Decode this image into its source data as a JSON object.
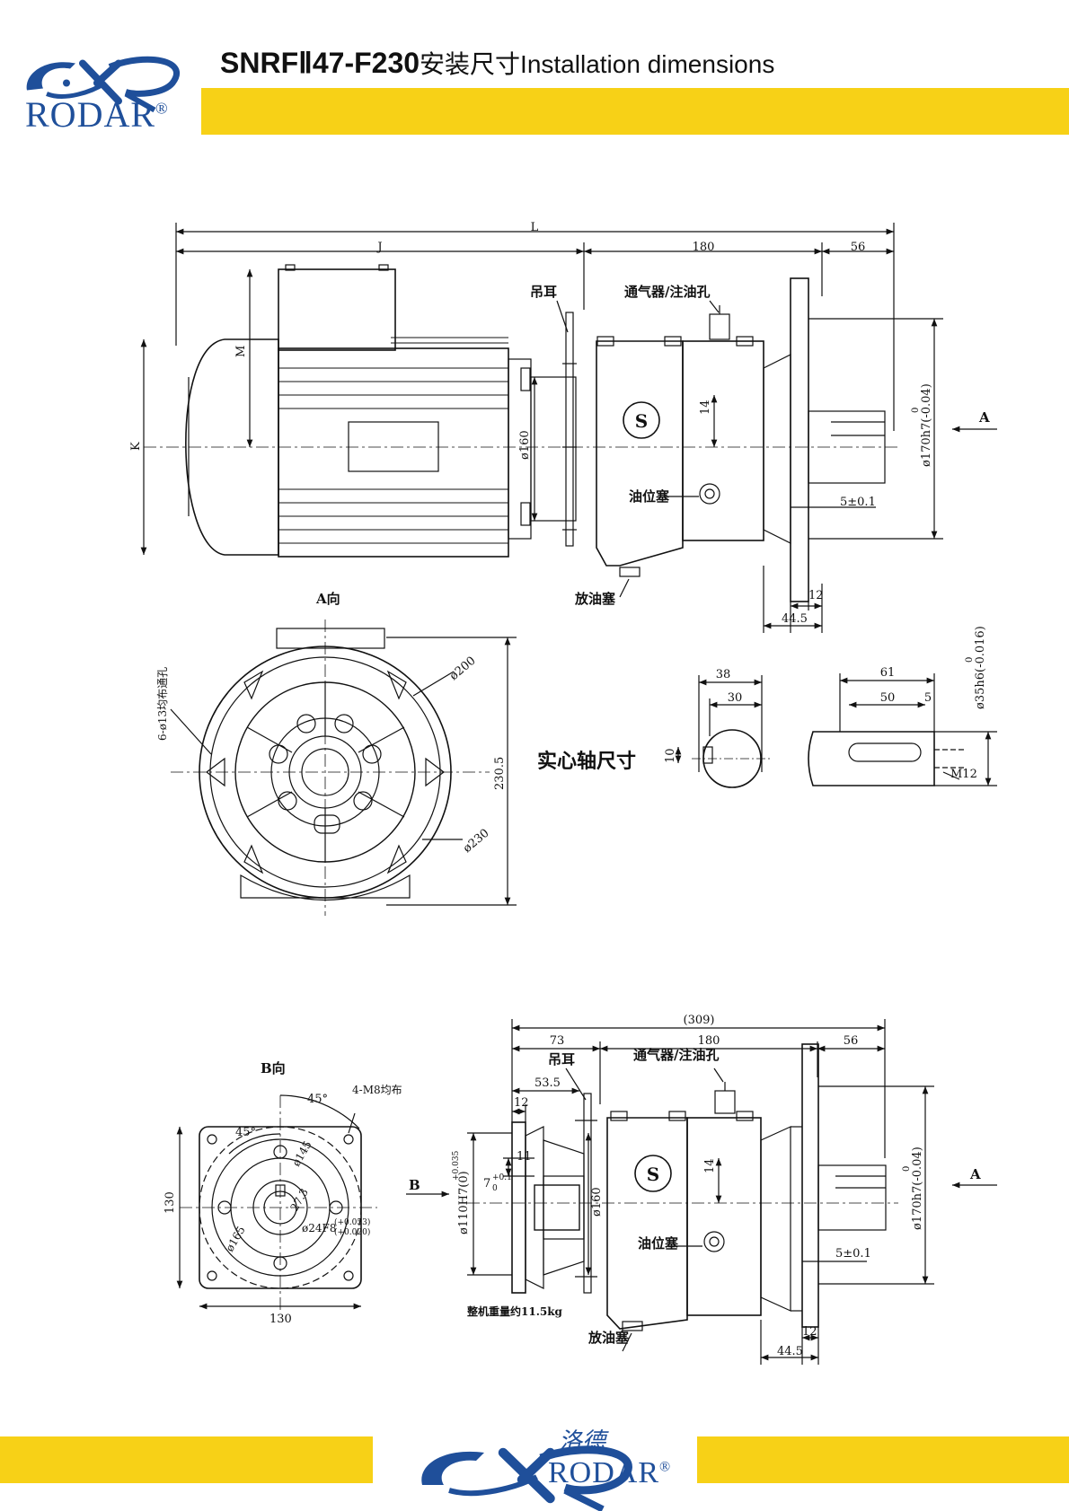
{
  "header": {
    "brand": "RODAR",
    "trademark": "®",
    "title_model": "SNRFⅡ47-F230",
    "title_suffix": "安装尺寸Installation dimensions"
  },
  "footer": {
    "brand_cn": "洛德",
    "brand": "RODAR",
    "trademark": "®"
  },
  "brand_colors": {
    "blue": "#1f4f9a",
    "yellow": "#f7d117"
  },
  "view1": {
    "dim_L": "L",
    "dim_J": "J",
    "dim_180": "180",
    "dim_56": "56",
    "dim_M": "M",
    "dim_K": "K",
    "dim_d160": "ø160",
    "dim_14": "14",
    "lifting_lug": "吊耳",
    "breather": "通气器/注油孔",
    "oil_level_plug": "油位塞",
    "drain_plug": "放油塞",
    "dim_5": "5±0.1",
    "dim_12": "12",
    "dim_44_5": "44.5",
    "dim_d170_main": "ø170h7",
    "dim_d170_tol": "(-0.04)",
    "dim_d170_tol_upper": "0",
    "arrow_A": "A"
  },
  "view_a": {
    "title": "A向",
    "holes": "6-ø13均布通孔",
    "d200": "ø200",
    "d230": "ø230",
    "dim_230_5": "230.5"
  },
  "shaft": {
    "title": "实心轴尺寸",
    "dim_38": "38",
    "dim_30": "30",
    "dim_10": "10",
    "dim_61": "61",
    "dim_50": "50",
    "dim_5": "5",
    "dim_d35": "ø35h6",
    "dim_d35_tol": "(-0.016)",
    "dim_d35_tol_upper": "0",
    "thread": "M12"
  },
  "view_b": {
    "title": "B向",
    "angle_45a": "45°",
    "angle_45b": "45°",
    "holes": "4-M8均布",
    "d145": "ø145",
    "dim_27_3": "27.3",
    "d24": "ø24F8",
    "d24_tol_upper": "(+0.053)",
    "d24_tol_lower": "(+0.020)",
    "d165": "ø165",
    "dim_130_v": "130",
    "dim_130_h": "130"
  },
  "view2": {
    "dim_309": "(309)",
    "dim_73": "73",
    "dim_180": "180",
    "dim_56": "56",
    "lifting_lug": "吊耳",
    "breather": "通气器/注油孔",
    "dim_53_5": "53.5",
    "dim_12_top": "12",
    "dim_11": "11",
    "dim_7": "7",
    "dim_7_tol_upper": "+0.1",
    "dim_7_tol_lower": "0",
    "dim_d110": "ø110H7",
    "dim_d110_tol": "(0)",
    "dim_d110_tol_upper": "+0.035",
    "dim_d160": "ø160",
    "dim_14": "14",
    "arrow_B": "B",
    "oil_level_plug": "油位塞",
    "drain_plug": "放油塞",
    "weight": "整机重量约11.5kg",
    "dim_5": "5±0.1",
    "dim_12": "12",
    "dim_44_5": "44.5",
    "dim_d170_main": "ø170h7",
    "dim_d170_tol": "(-0.04)",
    "dim_d170_tol_upper": "0",
    "arrow_A": "A"
  }
}
